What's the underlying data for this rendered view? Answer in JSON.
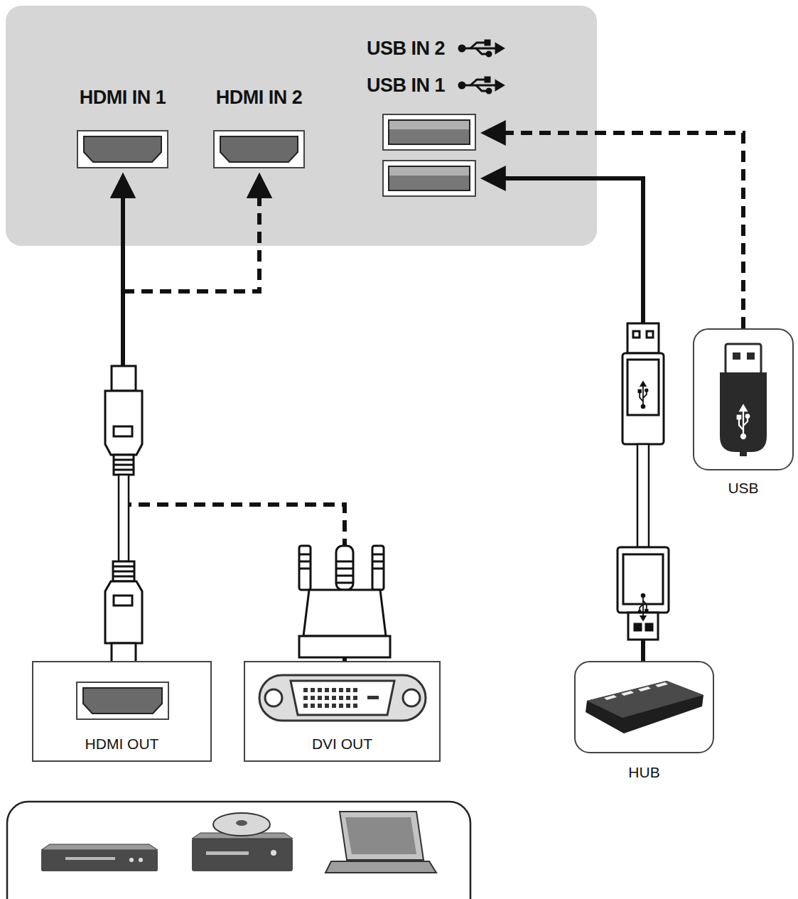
{
  "diagram": {
    "nodes": [
      {
        "text": [
          "HDMI IN 1"
        ]
      },
      {
        "text": [
          "HDMI IN 2"
        ]
      },
      {
        "text": [
          "USB IN 2",
          "USB IN 1"
        ]
      },
      {
        "text": [
          "HDMI OUT"
        ]
      },
      {
        "text": [
          "DVI OUT"
        ]
      },
      {
        "text": [
          "USB"
        ]
      },
      {
        "text": [
          "HUB"
        ]
      }
    ],
    "edges": [
      {
        "from": 3,
        "to": 0,
        "arrow": "to"
      },
      {
        "from": 3,
        "to": 1,
        "arrow": "to"
      },
      {
        "from": 4,
        "to": 0,
        "arrow": "to"
      },
      {
        "from": 4,
        "to": 1,
        "arrow": "to"
      },
      {
        "from": 6,
        "to": 2,
        "arrow": "to"
      },
      {
        "from": 5,
        "to": 2,
        "arrow": "to"
      }
    ]
  }
}
